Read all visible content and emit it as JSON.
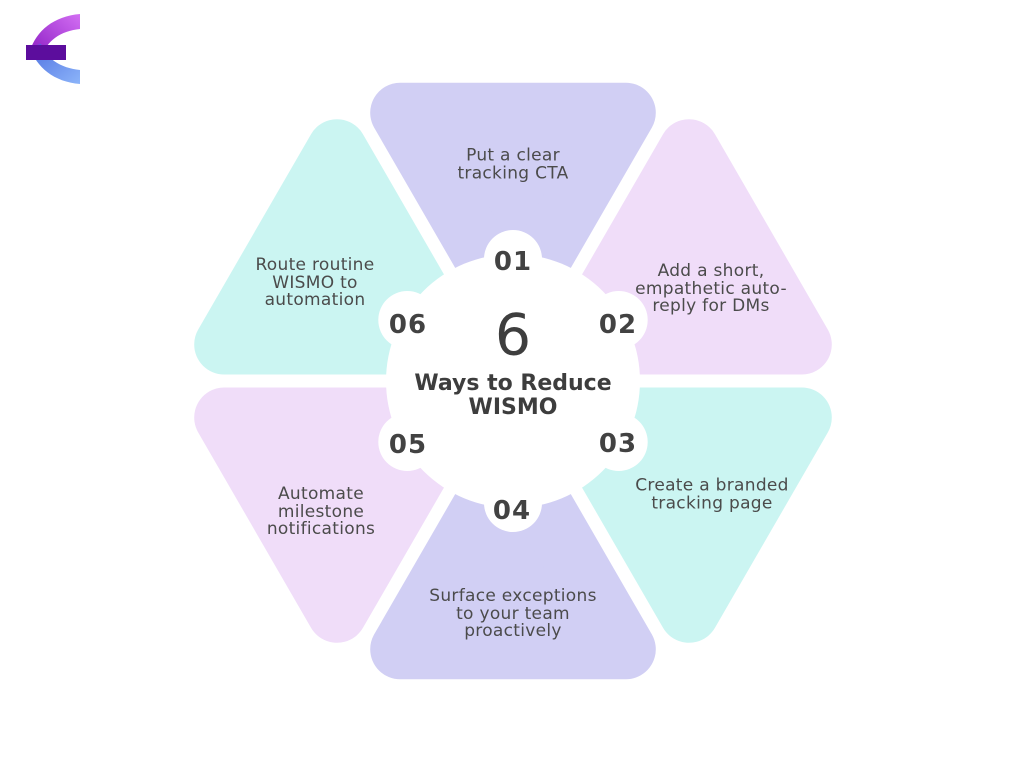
{
  "background_color": "#ffffff",
  "logo": {
    "name": "brand-mark-left-chevron",
    "magenta_light": "#d36ff3",
    "magenta_dark": "#8a1cc2",
    "blue_dark": "#3f63dd",
    "blue_light": "#82aef9",
    "bar": "#5c0d9d"
  },
  "center": {
    "count": "6",
    "title": "Ways to Reduce\nWISMO",
    "circle_color": "#ffffff",
    "text_color": "#3d3d3d"
  },
  "petals": [
    {
      "number": "01",
      "label": "Put a clear\ntracking CTA",
      "color": "#d1cff4"
    },
    {
      "number": "02",
      "label": "Add a short,\nempathetic auto-\nreply for DMs",
      "color": "#f0ddf9"
    },
    {
      "number": "03",
      "label": "Create a branded\ntracking page",
      "color": "#cbf5f2"
    },
    {
      "number": "04",
      "label": "Surface exceptions\nto your team\nproactively",
      "color": "#d1cff4"
    },
    {
      "number": "05",
      "label": "Automate\nmilestone\nnotifications",
      "color": "#f0ddf9"
    },
    {
      "number": "06",
      "label": "Route routine\nWISMO to\nautomation",
      "color": "#cbf5f2"
    }
  ]
}
